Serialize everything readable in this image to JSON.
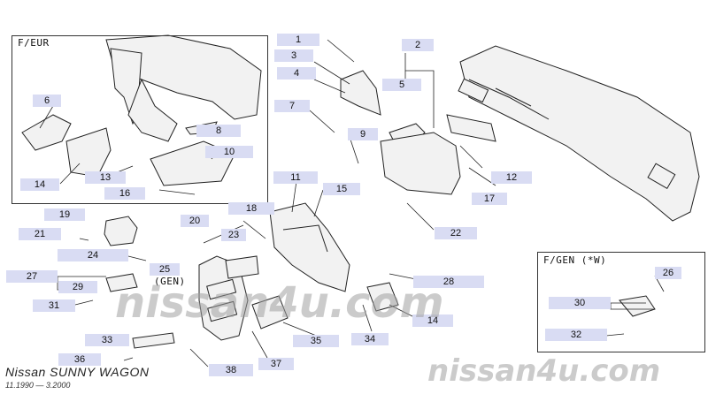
{
  "diagram": {
    "title": "Nissan SUNNY WAGON",
    "subtitle": "11.1990 — 3.2000",
    "watermark_center": "nissan4u.com",
    "watermark_corner": "nissan4u.com",
    "colors": {
      "callout_bg": "#d9dcf3",
      "line": "#222222",
      "part_fill": "#f2f2f2"
    }
  },
  "insets": [
    {
      "id": "feur",
      "label": "F/EUR"
    },
    {
      "id": "fgen",
      "label": "F/GEN (*W)"
    }
  ],
  "gen_note": "(GEN)",
  "callouts": [
    "1",
    "2",
    "3",
    "4",
    "5",
    "6",
    "7",
    "8",
    "9",
    "10",
    "11",
    "12",
    "13",
    "14",
    "14",
    "15",
    "16",
    "17",
    "18",
    "19",
    "20",
    "21",
    "22",
    "23",
    "24",
    "25",
    "26",
    "27",
    "28",
    "29",
    "30",
    "31",
    "32",
    "33",
    "34",
    "35",
    "36",
    "37",
    "38"
  ]
}
